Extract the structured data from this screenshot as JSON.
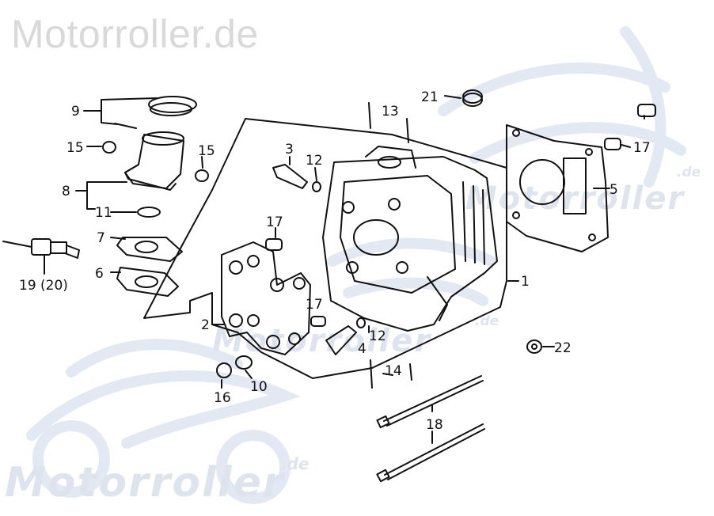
{
  "watermark": {
    "title": "Motorroller.de",
    "brand_bottom": "Motorroller",
    "brand_bottom_suffix": ".de",
    "brand_mid": "Motorroller",
    "brand_mid_suffix": ".de",
    "brand_right": "Motorroller",
    "brand_right_suffix": ".de",
    "logo_icon": "scooter-silhouette-icon"
  },
  "callouts": {
    "n1": "1",
    "n2": "2",
    "n3": "3",
    "n4": "4",
    "n5": "5",
    "n6": "6",
    "n7": "7",
    "n8": "8",
    "n9": "9",
    "n10": "10",
    "n11": "11",
    "n12a": "12",
    "n12b": "12",
    "n13": "13",
    "n14": "14",
    "n15a": "15",
    "n15b": "15",
    "n16": "16",
    "n17a": "17",
    "n17b": "17",
    "n17c": "17",
    "n18": "18",
    "n19": "19 (20)",
    "n21": "21",
    "n22": "22"
  },
  "colors": {
    "ink": "#111111",
    "watermark": "#dde4ee",
    "title_watermark": "#d9d9d9"
  }
}
